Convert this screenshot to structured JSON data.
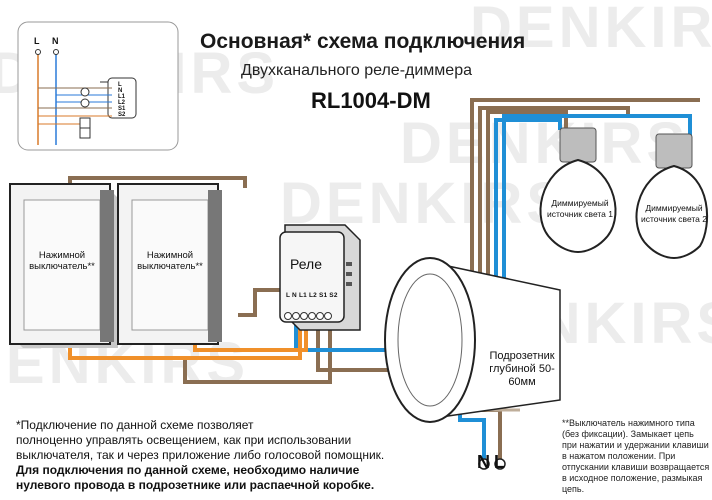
{
  "watermark": "DENKIRS",
  "header": {
    "title": "Основная* схема подключения",
    "subtitle": "Двухканального реле-диммера",
    "model": "RL1004-DM"
  },
  "thumbnail": {
    "l_label": "L",
    "n_label": "N",
    "terminals": [
      "L",
      "N",
      "L1",
      "L2",
      "S1",
      "S2"
    ]
  },
  "switches": [
    {
      "label": "Нажимной выключатель**"
    },
    {
      "label": "Нажимной выключатель**"
    }
  ],
  "relay": {
    "label": "Реле",
    "terminals": "L  N L1 L2 S1 S2"
  },
  "lamps": [
    {
      "label": "Диммируемый источник света 1"
    },
    {
      "label": "Диммируемый источник света 2"
    }
  ],
  "junction_box": {
    "label": "Подрозетник глубиной 50-60мм"
  },
  "mains": {
    "n_label": "N",
    "l_label": "L"
  },
  "notes": {
    "main_line1": "*Подключение по данной схеме позволяет",
    "main_line2": "полноценно управлять освещением, как при использовании",
    "main_line3": "выключателя, так и через приложение либо голосовой помощник.",
    "main_bold1": "Для подключения по данной схеме, необходимо наличие",
    "main_bold2": "нулевого провода в подрозетнике или распаечной коробке.",
    "switch_note": "**Выключатель нажимного типа (без фиксации). Замыкает цепь при нажатии и удержании клавиши в нажатом положении. При отпускании клавиши возвращается в исходное положение, размыкая цепь."
  },
  "colors": {
    "wire_blue": "#1f8fd6",
    "wire_brown": "#8a6e52",
    "wire_orange": "#f0902a",
    "wire_grey": "#bfae9a"
  }
}
